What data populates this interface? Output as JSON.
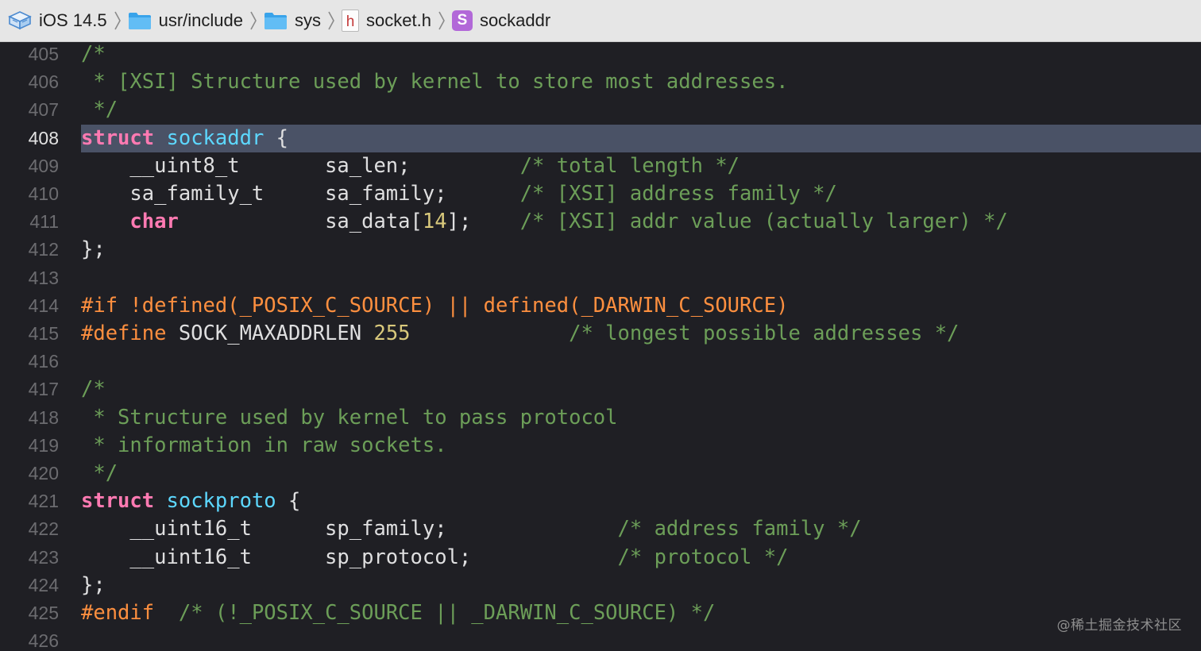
{
  "breadcrumb": [
    {
      "label": "iOS 14.5",
      "icon": "sdk-icon"
    },
    {
      "label": "usr/include",
      "icon": "folder-icon"
    },
    {
      "label": "sys",
      "icon": "folder-icon"
    },
    {
      "label": "socket.h",
      "icon": "header-file-icon",
      "icon_glyph": "h"
    },
    {
      "label": "sockaddr",
      "icon": "struct-symbol-icon",
      "icon_glyph": "S"
    }
  ],
  "editor": {
    "current_line": 408,
    "lines": [
      {
        "num": "405",
        "tokens": [
          {
            "t": "/*",
            "c": "cmt"
          }
        ]
      },
      {
        "num": "406",
        "tokens": [
          {
            "t": " * [XSI] Structure used by kernel to store most addresses.",
            "c": "cmt"
          }
        ]
      },
      {
        "num": "407",
        "tokens": [
          {
            "t": " */",
            "c": "cmt"
          }
        ]
      },
      {
        "num": "408",
        "tokens": [
          {
            "t": "struct",
            "c": "kw"
          },
          {
            "t": " ",
            "c": "plain"
          },
          {
            "t": "sockaddr",
            "c": "type"
          },
          {
            "t": " {",
            "c": "plain"
          }
        ]
      },
      {
        "num": "409",
        "tokens": [
          {
            "t": "    __uint8_t       sa_len;         ",
            "c": "plain"
          },
          {
            "t": "/* total length */",
            "c": "cmt"
          }
        ]
      },
      {
        "num": "410",
        "tokens": [
          {
            "t": "    sa_family_t     sa_family;      ",
            "c": "plain"
          },
          {
            "t": "/* [XSI] address family */",
            "c": "cmt"
          }
        ]
      },
      {
        "num": "411",
        "tokens": [
          {
            "t": "    ",
            "c": "plain"
          },
          {
            "t": "char",
            "c": "kw"
          },
          {
            "t": "            sa_data[",
            "c": "plain"
          },
          {
            "t": "14",
            "c": "num"
          },
          {
            "t": "];    ",
            "c": "plain"
          },
          {
            "t": "/* [XSI] addr value (actually larger) */",
            "c": "cmt"
          }
        ]
      },
      {
        "num": "412",
        "tokens": [
          {
            "t": "};",
            "c": "plain"
          }
        ]
      },
      {
        "num": "413",
        "tokens": []
      },
      {
        "num": "414",
        "tokens": [
          {
            "t": "#if !defined(_POSIX_C_SOURCE) || defined(_DARWIN_C_SOURCE)",
            "c": "pp"
          }
        ]
      },
      {
        "num": "415",
        "tokens": [
          {
            "t": "#define",
            "c": "pp"
          },
          {
            "t": " SOCK_MAXADDRLEN ",
            "c": "plain"
          },
          {
            "t": "255",
            "c": "num"
          },
          {
            "t": "             ",
            "c": "plain"
          },
          {
            "t": "/* longest possible addresses */",
            "c": "cmt"
          }
        ]
      },
      {
        "num": "416",
        "tokens": []
      },
      {
        "num": "417",
        "tokens": [
          {
            "t": "/*",
            "c": "cmt"
          }
        ]
      },
      {
        "num": "418",
        "tokens": [
          {
            "t": " * Structure used by kernel to pass protocol",
            "c": "cmt"
          }
        ]
      },
      {
        "num": "419",
        "tokens": [
          {
            "t": " * information in raw sockets.",
            "c": "cmt"
          }
        ]
      },
      {
        "num": "420",
        "tokens": [
          {
            "t": " */",
            "c": "cmt"
          }
        ]
      },
      {
        "num": "421",
        "tokens": [
          {
            "t": "struct",
            "c": "kw"
          },
          {
            "t": " ",
            "c": "plain"
          },
          {
            "t": "sockproto",
            "c": "type"
          },
          {
            "t": " {",
            "c": "plain"
          }
        ]
      },
      {
        "num": "422",
        "tokens": [
          {
            "t": "    __uint16_t      sp_family;              ",
            "c": "plain"
          },
          {
            "t": "/* address family */",
            "c": "cmt"
          }
        ]
      },
      {
        "num": "423",
        "tokens": [
          {
            "t": "    __uint16_t      sp_protocol;            ",
            "c": "plain"
          },
          {
            "t": "/* protocol */",
            "c": "cmt"
          }
        ]
      },
      {
        "num": "424",
        "tokens": [
          {
            "t": "};",
            "c": "plain"
          }
        ]
      },
      {
        "num": "425",
        "tokens": [
          {
            "t": "#endif",
            "c": "pp"
          },
          {
            "t": "  ",
            "c": "plain"
          },
          {
            "t": "/* (!_POSIX_C_SOURCE || _DARWIN_C_SOURCE) */",
            "c": "cmt"
          }
        ]
      },
      {
        "num": "426",
        "tokens": []
      }
    ]
  },
  "watermark": "@稀土掘金技术社区",
  "colors": {
    "background": "#1f1f24",
    "keyword": "#ff7ab2",
    "type": "#5dd8ff",
    "comment": "#6c9e58",
    "preprocessor": "#fd8f3f",
    "number": "#d9c97c",
    "current_line": "#4a5266"
  }
}
